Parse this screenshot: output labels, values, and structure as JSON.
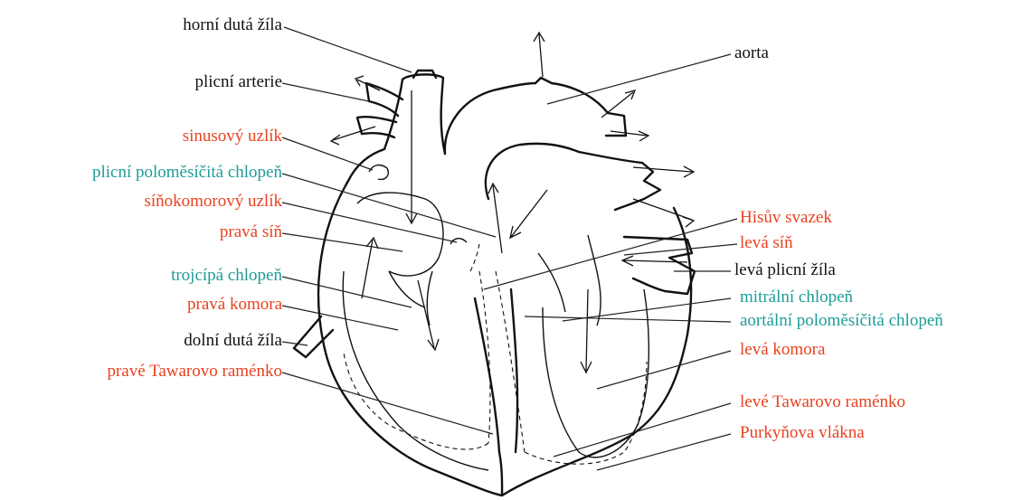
{
  "colors": {
    "label_black": "#111111",
    "label_red": "#e8411f",
    "label_teal": "#1e9c97"
  },
  "labels_left": {
    "horni_duta_zila": "horní dutá žíla",
    "plicni_arterie": "plicní arterie",
    "sinusovy_uzlik": "sinusový uzlík",
    "plicni_chlopen": "plicní poloměsíčitá chlopeň",
    "sinokomorovy_uzlik": "síňokomorový uzlík",
    "prava_sin": "pravá síň",
    "trojcipa_chlopen": "trojcípá chlopeň",
    "prava_komora": "pravá komora",
    "dolni_duta_zila": "dolní dutá žíla",
    "prave_tawarovo": "pravé Tawarovo raménko"
  },
  "labels_right": {
    "aorta": "aorta",
    "hisuv_svazek": "Hisův svazek",
    "leva_sin": "levá síň",
    "leva_plicni_zila": "levá plicní žíla",
    "mitralni_chlopen": "mitrální chlopeň",
    "aortalni_chlopen": "aortální poloměsíčitá chlopeň",
    "leva_komora": "levá komora",
    "leve_tawarovo": "levé Tawarovo raménko",
    "purkynova_vlakna": "Purkyňova vlákna"
  }
}
